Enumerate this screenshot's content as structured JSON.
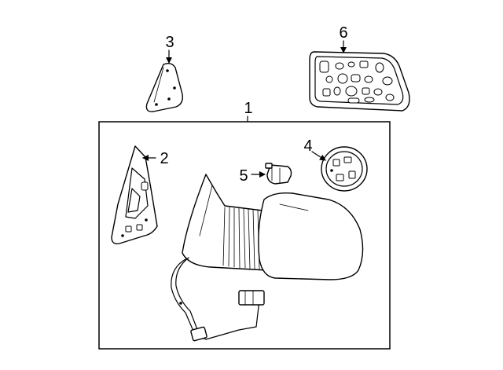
{
  "callouts": {
    "part_1": "1",
    "part_2": "2",
    "part_3": "3",
    "part_4": "4",
    "part_5": "5",
    "part_6": "6"
  }
}
